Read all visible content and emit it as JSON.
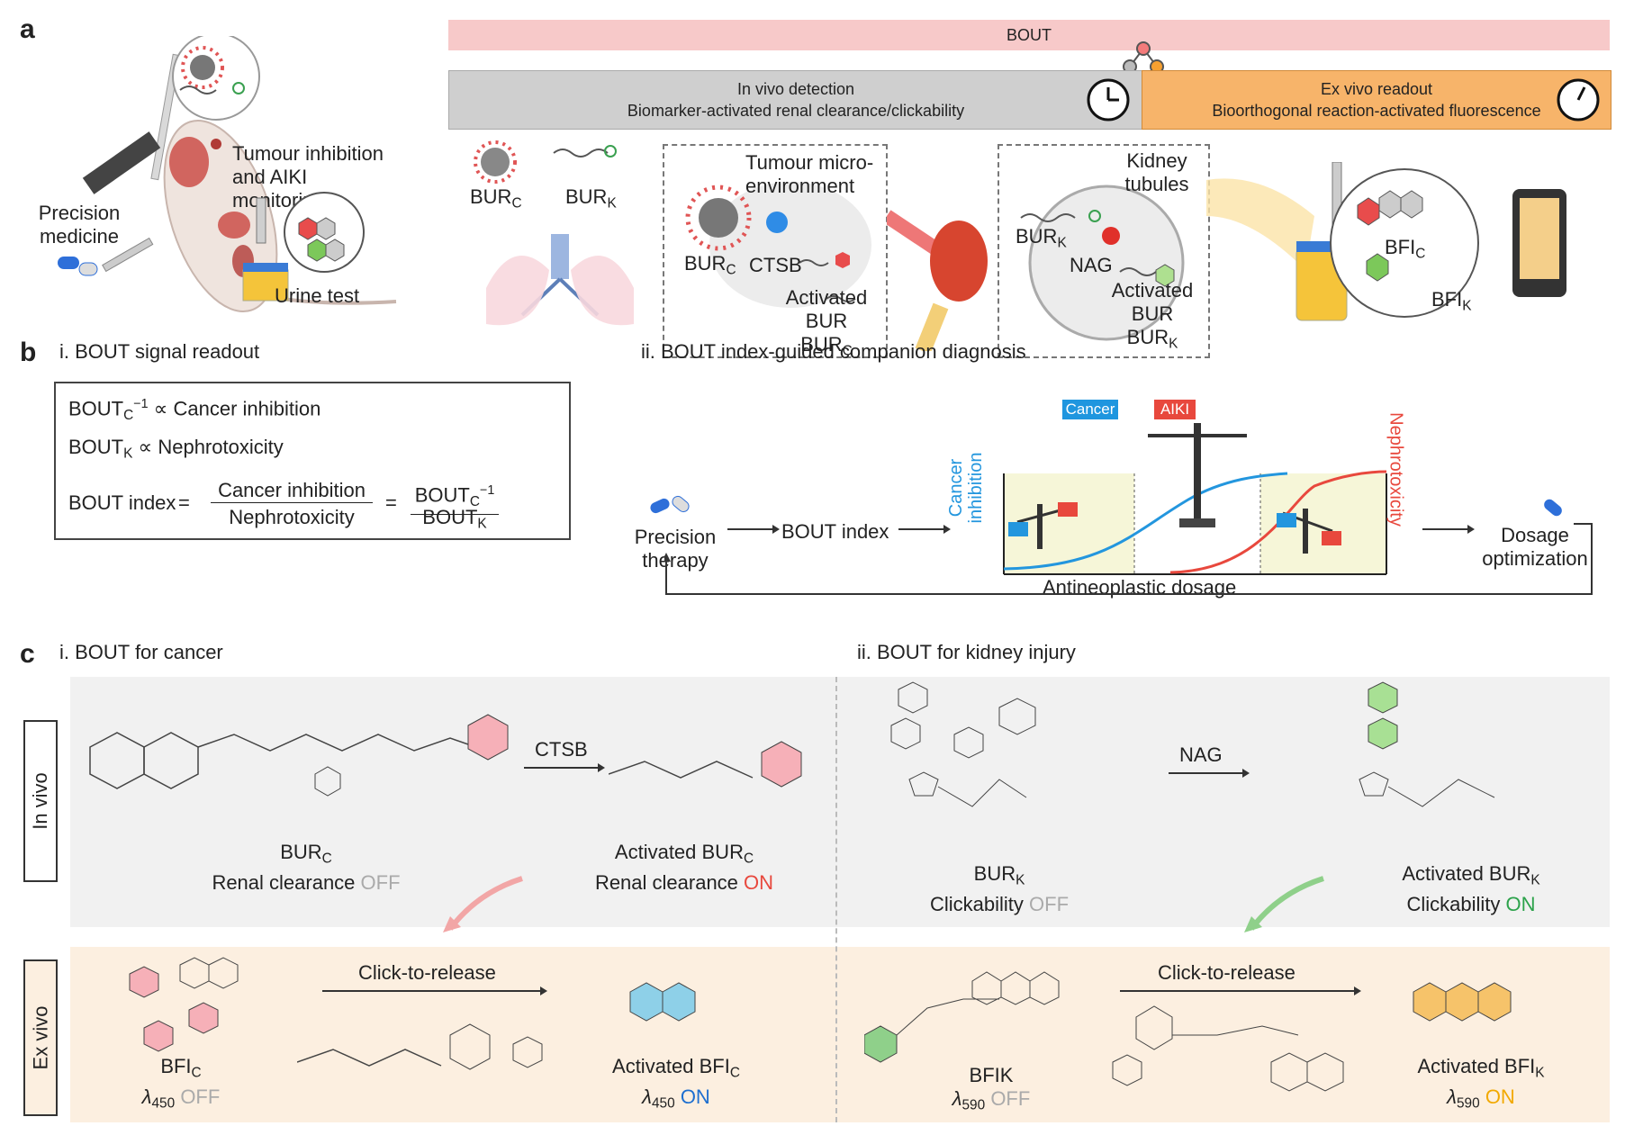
{
  "panel_a": {
    "letter": "a",
    "bout_bar": "BOUT",
    "invivo_title": "In vivo detection",
    "invivo_sub": "Biomarker-activated renal clearance/clickability",
    "exvivo_title": "Ex vivo readout",
    "exvivo_sub": "Bioorthogonal reaction-activated fluorescence",
    "precision_medicine": "Precision medicine",
    "tumour_inhibition": "Tumour inhibition and AIKI monitoring",
    "urine_test": "Urine test",
    "bur_c": "BUR",
    "bur_c_sub": "C",
    "bur_k": "BUR",
    "bur_k_sub": "K",
    "tme": "Tumour micro-environment",
    "ctsb": "CTSB",
    "activated_bur_c": "Activated BUR",
    "kidney_tubules": "Kidney tubules",
    "nag": "NAG",
    "activated_bur_k": "Activated BUR",
    "bfi_c": "BFI",
    "bfi_k": "BFI"
  },
  "panel_b": {
    "letter": "b",
    "i_title": "i. BOUT signal readout",
    "ii_title": "ii. BOUT index-guided companion diagnosis",
    "eq1_rest": " ∝ Cancer inhibition",
    "eq2_rest": " ∝ Nephrotoxicity",
    "bout_index": "BOUT index",
    "equals": "=",
    "cancer_inhibition": "Cancer inhibition",
    "nephrotoxicity": "Nephrotoxicity",
    "bout": "BOUT",
    "precision_therapy": "Precision therapy",
    "bout_index_flow": "BOUT index",
    "y_left": "Cancer inhibition",
    "y_right": "Nephrotoxicity",
    "x_label": "Antineoplastic dosage",
    "cancer_tag": "Cancer",
    "aiki_tag": "AIKI",
    "dosage_opt": "Dosage optimization"
  },
  "panel_c": {
    "letter": "c",
    "i_title": "i. BOUT for cancer",
    "ii_title": "ii. BOUT for kidney injury",
    "in_vivo": "In vivo",
    "ex_vivo": "Ex vivo",
    "ctsb": "CTSB",
    "nag": "NAG",
    "click1": "Click-to-release",
    "click2": "Click-to-release",
    "bur_c": "BUR",
    "renal_clearance": "Renal clearance ",
    "off": "OFF",
    "on": "ON",
    "activated_bur_c": "Activated BUR",
    "bur_k": "BUR",
    "clickability": "Clickability ",
    "activated_bur_k": "Activated BUR",
    "bfi_c": "BFI",
    "lambda450": "λ",
    "w450": "450",
    "activated_bfi_c": "Activated BFI",
    "bfik": "BFIK",
    "w590": "590",
    "activated_bfi_k": "Activated BFI"
  }
}
